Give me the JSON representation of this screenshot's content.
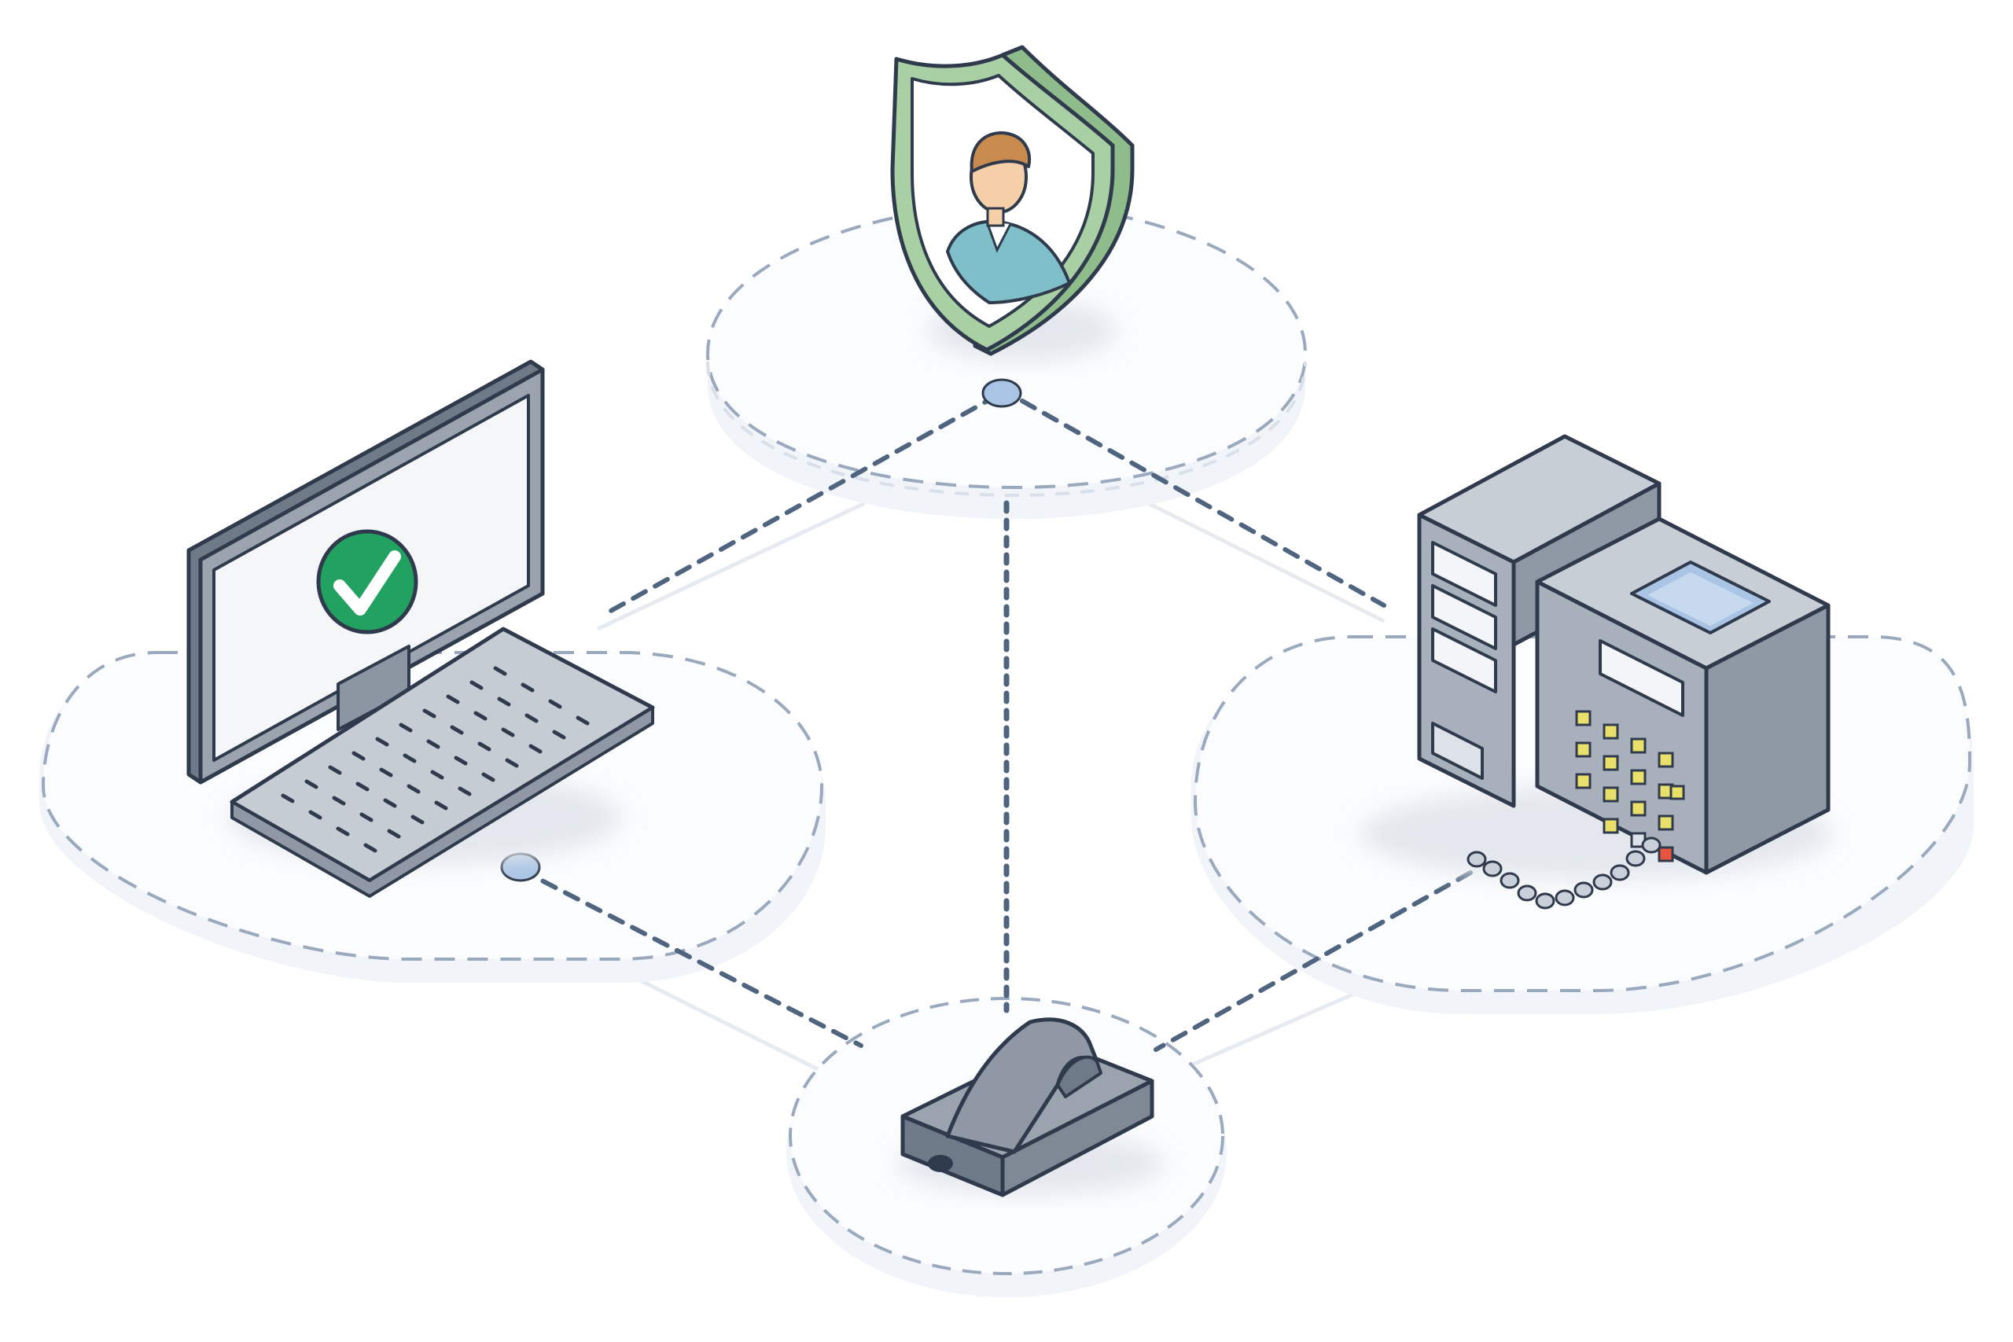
{
  "diagram": {
    "nodes": [
      {
        "id": "identity",
        "icon": "user-shield-icon"
      },
      {
        "id": "workstation",
        "icon": "computer-check-icon"
      },
      {
        "id": "terminal",
        "icon": "server-keypad-icon"
      },
      {
        "id": "hardware-key",
        "icon": "usb-security-key-icon"
      }
    ],
    "links": [
      {
        "from": "identity",
        "to": "workstation",
        "style": "dashed"
      },
      {
        "from": "identity",
        "to": "terminal",
        "style": "dashed"
      },
      {
        "from": "identity",
        "to": "hardware-key",
        "style": "dotted"
      },
      {
        "from": "workstation",
        "to": "hardware-key",
        "style": "dashed"
      },
      {
        "from": "terminal",
        "to": "hardware-key",
        "style": "dashed-cable"
      }
    ]
  },
  "colors": {
    "outline": "#2f3b4c",
    "platform_fill": "#f6f8fb",
    "platform_dash": "#9aa9bd",
    "link": "#4f647e",
    "accent_green": "#21a260",
    "shield_green": "#a9cfa4",
    "port_blue": "#a9c4e4",
    "device_gray": "#aeb6c2"
  }
}
